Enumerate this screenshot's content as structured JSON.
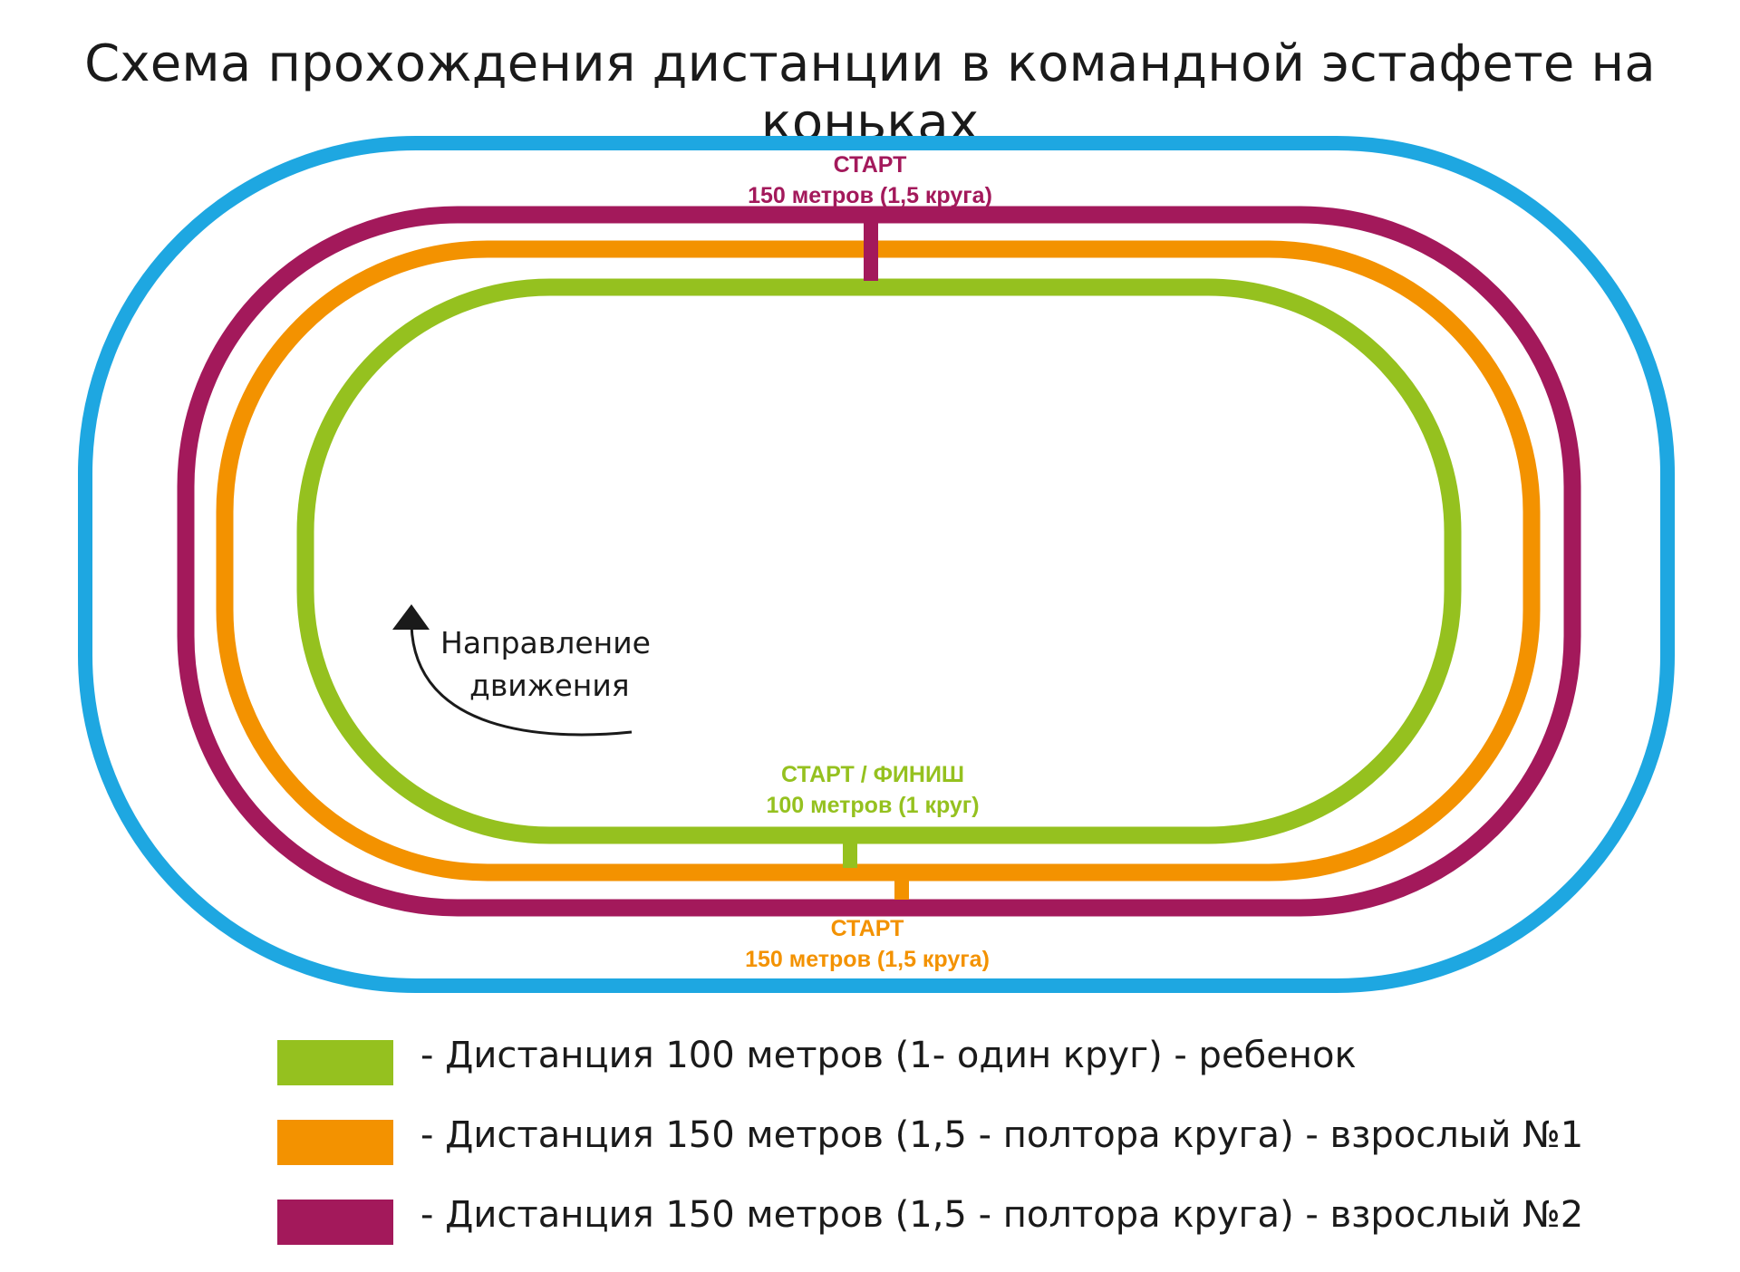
{
  "title": "Схема прохождения дистанции в командной эстафете на коньках",
  "colors": {
    "rink": "#1ea7e1",
    "child": "#95c11f",
    "adult1": "#f39200",
    "adult2": "#a3195b",
    "text": "#1a1a1a"
  },
  "labels": {
    "top_start_line1": "СТАРТ",
    "top_start_line2": "150 метров (1,5 круга)",
    "mid_start_line1": "СТАРТ / ФИНИШ",
    "mid_start_line2": "100 метров (1 круг)",
    "bottom_start_line1": "СТАРТ",
    "bottom_start_line2": "150 метров (1,5 круга)",
    "direction_line1": "Направление",
    "direction_line2": "движения"
  },
  "direction_arrow_icon": "curved-arrow-up-icon",
  "legend": [
    {
      "color": "#95c11f",
      "text": "- Дистанция 100 метров (1- один круг) - ребенок"
    },
    {
      "color": "#f39200",
      "text": "- Дистанция 150 метров (1,5 - полтора круга) - взрослый №1"
    },
    {
      "color": "#a3195b",
      "text": "- Дистанция 150 метров (1,5 - полтора круга) - взрослый №2"
    }
  ]
}
